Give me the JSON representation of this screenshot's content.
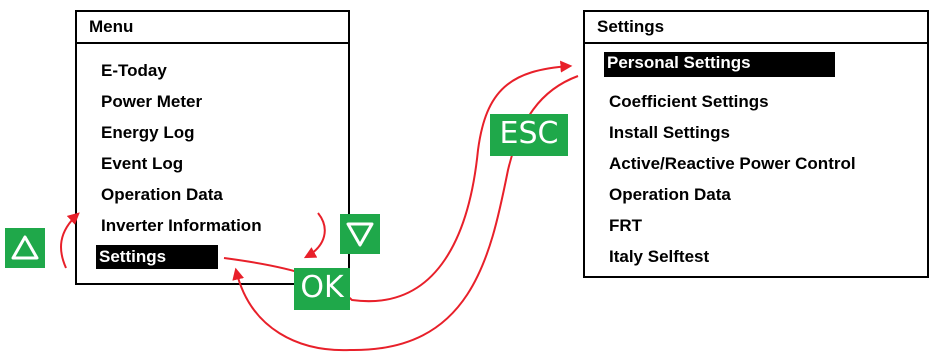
{
  "menu": {
    "title": "Menu",
    "items": [
      "E-Today",
      "Power Meter",
      "Energy Log",
      "Event Log",
      "Operation Data",
      "Inverter Information",
      "Settings"
    ],
    "selected_index": 6
  },
  "settings": {
    "title": "Settings",
    "items": [
      "Personal Settings",
      "Coefficient Settings",
      "Install Settings",
      "Active/Reactive Power Control",
      "Operation Data",
      "FRT",
      "Italy Selftest"
    ],
    "selected_index": 0
  },
  "buttons": {
    "ok": "OK",
    "esc": "ESC",
    "up_icon": "up-triangle-icon",
    "down_icon": "down-triangle-icon"
  },
  "colors": {
    "button_green": "#1fa84a",
    "arrow_red": "#e8202a",
    "selection_bg": "#000000"
  }
}
